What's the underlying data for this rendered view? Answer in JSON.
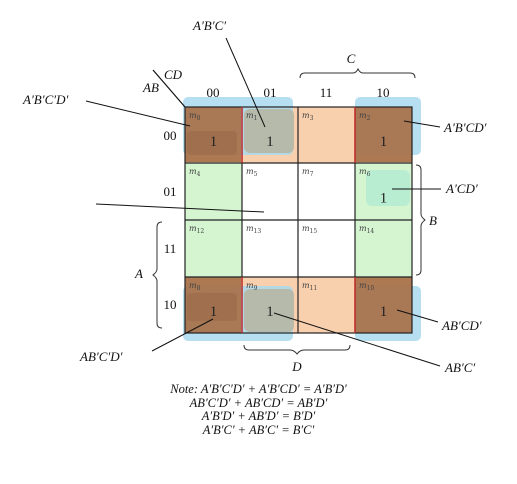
{
  "title": "",
  "variables": {
    "row_pair": "AB",
    "col_pair": "CD"
  },
  "col_headers": [
    "00",
    "01",
    "11",
    "10"
  ],
  "row_headers": [
    "00",
    "01",
    "11",
    "10"
  ],
  "cells": [
    [
      {
        "m": "m",
        "i": "0",
        "v": "1",
        "fill": "#f9d0ae"
      },
      {
        "m": "m",
        "i": "1",
        "v": "1",
        "fill": "#f9d0ae"
      },
      {
        "m": "m",
        "i": "3",
        "v": "",
        "fill": "#f9d0ae"
      },
      {
        "m": "m",
        "i": "2",
        "v": "1",
        "fill": "#f9d0ae"
      }
    ],
    [
      {
        "m": "m",
        "i": "4",
        "v": "",
        "fill": "#d4f5d0"
      },
      {
        "m": "m",
        "i": "5",
        "v": "",
        "fill": "#ffffff"
      },
      {
        "m": "m",
        "i": "7",
        "v": "",
        "fill": "#ffffff"
      },
      {
        "m": "m",
        "i": "6",
        "v": "1",
        "fill": "#d4f5d0"
      }
    ],
    [
      {
        "m": "m",
        "i": "12",
        "v": "",
        "fill": "#d4f5d0"
      },
      {
        "m": "m",
        "i": "13",
        "v": "",
        "fill": "#ffffff"
      },
      {
        "m": "m",
        "i": "15",
        "v": "",
        "fill": "#ffffff"
      },
      {
        "m": "m",
        "i": "14",
        "v": "",
        "fill": "#d4f5d0"
      }
    ],
    [
      {
        "m": "m",
        "i": "8",
        "v": "1",
        "fill": "#f9d0ae"
      },
      {
        "m": "m",
        "i": "9",
        "v": "1",
        "fill": "#f9d0ae"
      },
      {
        "m": "m",
        "i": "11",
        "v": "",
        "fill": "#f9d0ae"
      },
      {
        "m": "m",
        "i": "10",
        "v": "1",
        "fill": "#f9d0ae"
      }
    ]
  ],
  "brace_labels": {
    "C": "C",
    "B": "B",
    "A": "A",
    "D": "D"
  },
  "terms": {
    "t_abc_top": "A′B′C′",
    "t_abcd_left": "A′B′C′D′",
    "t_abcd_right": "A′B′CD′",
    "t_acd": "A′CD′",
    "t_abcd2": "AB′CD′",
    "t_abcd3": "AB′C′D′",
    "t_abc2": "AB′C′"
  },
  "notes": [
    "Note: A′B′C′D′ + A′B′CD′ = A′B′D′",
    "AB′C′D′ + AB′CD′ = AB′D′",
    "A′B′D′ + AB′D′ = B′D′",
    "A′B′C′ + AB′C′ = B′C′"
  ],
  "colors": {
    "outer_corner": "#a9744e",
    "blue_group": "#a9d9ee",
    "green_group": "#b6ecd2",
    "border_red": "#c82a2a"
  }
}
